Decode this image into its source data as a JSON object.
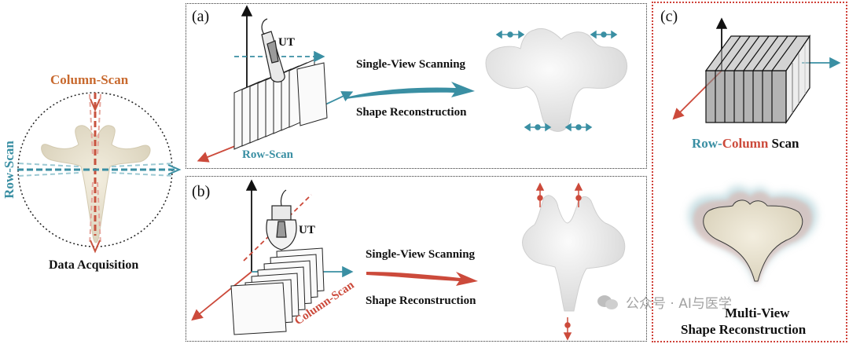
{
  "left": {
    "column_scan_label": "Column-Scan",
    "row_scan_label": "Row-Scan",
    "caption": "Data Acquisition"
  },
  "panel_a": {
    "tag": "(a)",
    "probe_label": "UT",
    "scan_label": "Row-Scan",
    "method_top": "Single-View Scanning",
    "method_bottom": "Shape Reconstruction"
  },
  "panel_b": {
    "tag": "(b)",
    "probe_label": "UT",
    "scan_label": "Column-Scan",
    "method_top": "Single-View Scanning",
    "method_bottom": "Shape Reconstruction"
  },
  "panel_c": {
    "tag": "(c)",
    "scan_label_row": "Row-",
    "scan_label_col": "Column",
    "scan_label_tail": " Scan",
    "caption_line1": "Multi-View",
    "caption_line2": "Shape Reconstruction"
  },
  "watermark": {
    "text": "公众号 · AI与医学"
  },
  "colors": {
    "teal": "#3a8fa3",
    "red": "#cc4a3b",
    "orange": "#c8692e",
    "bone": "#eae3d0"
  }
}
